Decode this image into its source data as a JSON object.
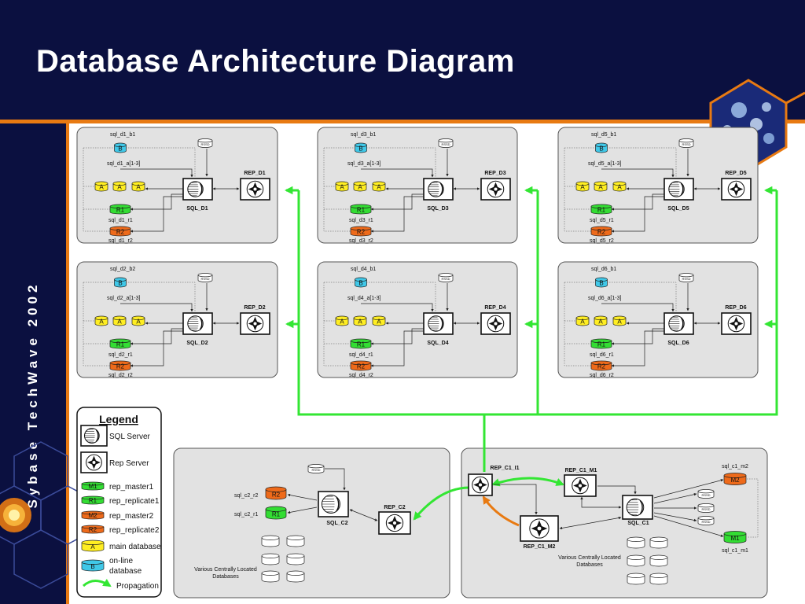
{
  "title": "Database Architecture Diagram",
  "sidebar_text": "Sybase TechWave 2002",
  "colors": {
    "navy": "#0b1040",
    "orange": "#e87a12",
    "green": "#33e633",
    "panel": "#e2e2e2"
  },
  "cyl_labels": {
    "b": "B",
    "a": "A",
    "r1": "R1",
    "r2": "R2",
    "m1": "M1",
    "m2": "M2",
    "rssd": "RSSD"
  },
  "clusters": [
    {
      "b": "sql_d1_b1",
      "a": "sql_d1_a[1-3]",
      "r1": "sql_d1_r1",
      "r2": "sql_d1_r2",
      "sql": "SQL_D1",
      "rep": "REP_D1"
    },
    {
      "b": "sql_d3_b1",
      "a": "sql_d3_a[1-3]",
      "r1": "sql_d3_r1",
      "r2": "sql_d3_r2",
      "sql": "SQL_D3",
      "rep": "REP_D3"
    },
    {
      "b": "sql_d5_b1",
      "a": "sql_d5_a[1-3]",
      "r1": "sql_d5_r1",
      "r2": "sql_d5_r2",
      "sql": "SQL_D5",
      "rep": "REP_D5"
    },
    {
      "b": "sql_d2_b2",
      "a": "sql_d2_a[1-3]",
      "r1": "sql_d2_r1",
      "r2": "sql_d2_r2",
      "sql": "SQL_D2",
      "rep": "REP_D2"
    },
    {
      "b": "sql_d4_b1",
      "a": "sql_d4_a[1-3]",
      "r1": "sql_d4_r1",
      "r2": "sql_d4_r2",
      "sql": "SQL_D4",
      "rep": "REP_D4"
    },
    {
      "b": "sql_d6_b1",
      "a": "sql_d6_a[1-3]",
      "r1": "sql_d6_r1",
      "r2": "sql_d6_r2",
      "sql": "SQL_D6",
      "rep": "REP_D6"
    }
  ],
  "legend": {
    "title": "Legend",
    "sql_server": "SQL Server",
    "rep_server": "Rep Server",
    "rep_master1": "rep_master1",
    "rep_replicate1": "rep_replicate1",
    "rep_master2": "rep_master2",
    "rep_replicate2": "rep_replicate2",
    "main_database": "main database",
    "online_line1": "on-line",
    "online_line2": "database",
    "propagation": "Propagation"
  },
  "central": {
    "c2_r2": "sql_c2_r2",
    "c2_r1": "sql_c2_r1",
    "sql_c2": "SQL_C2",
    "rep_c2": "REP_C2",
    "various_line1": "Various Centrally Located",
    "various_line2": "Databases",
    "rep_c1_i1": "REP_C1_I1",
    "rep_c1_m1": "REP_C1_M1",
    "rep_c1_m2": "REP_C1_M2",
    "sql_c1": "SQL_C1",
    "c1_m2": "sql_c1_m2",
    "c1_m1": "sql_c1_m1"
  }
}
